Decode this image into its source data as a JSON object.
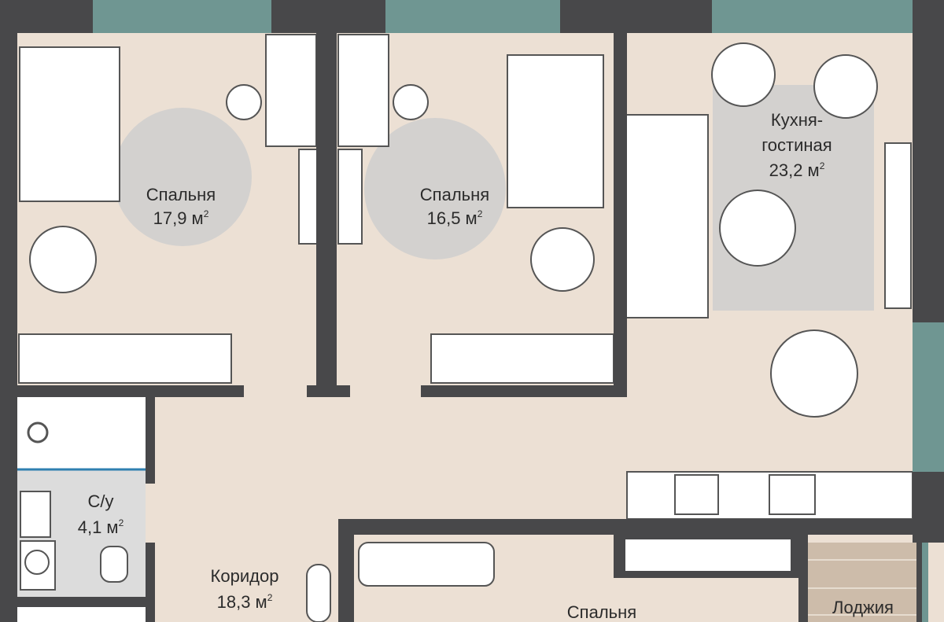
{
  "rooms": {
    "bedroom1": {
      "name": "Спальня",
      "area": "17,9 м",
      "unit_sup": "2"
    },
    "bedroom2": {
      "name": "Спальня",
      "area": "16,5 м",
      "unit_sup": "2"
    },
    "kitchen": {
      "name_line1": "Кухня-",
      "name_line2": "гостиная",
      "area": "23,2 м",
      "unit_sup": "2"
    },
    "bathroom": {
      "name": "С/у",
      "area": "4,1 м",
      "unit_sup": "2"
    },
    "corridor": {
      "name": "Коридор",
      "area": "18,3 м",
      "unit_sup": "2"
    },
    "bedroom3": {
      "name": "Спальня"
    },
    "loggia": {
      "name": "Лоджия"
    }
  },
  "colors": {
    "wall": "#48484a",
    "floor": "#ece0d4",
    "window": "#6f9692",
    "rug": "#d3d1cf",
    "loggia": "#cdbcaa"
  }
}
